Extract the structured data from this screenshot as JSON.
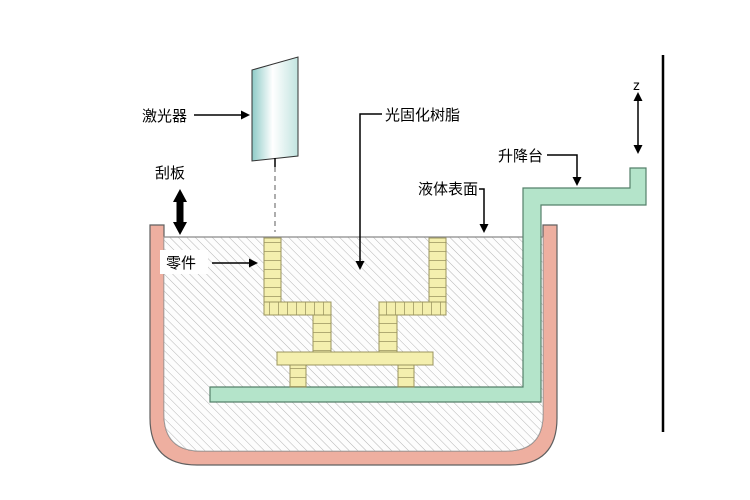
{
  "labels": {
    "laser": "激光器",
    "scraper": "刮板",
    "resin": "光固化树脂",
    "liquid_surface": "液体表面",
    "elevator": "升降台",
    "part": "零件",
    "z_axis": "z"
  },
  "colors": {
    "tank_wall": "#eeafa0",
    "tank_outline": "#606060",
    "platform": "#b4e4ca",
    "platform_outline": "#55806a",
    "part": "#f4efae",
    "part_outline": "#9a945f",
    "laser_edge": "#8ecbc7",
    "laser_mid": "#ffffff",
    "laser_right": "#c2e4e0",
    "hatch_line": "#b5b5b5",
    "liquid_surface_line": "#8a8a8a"
  }
}
